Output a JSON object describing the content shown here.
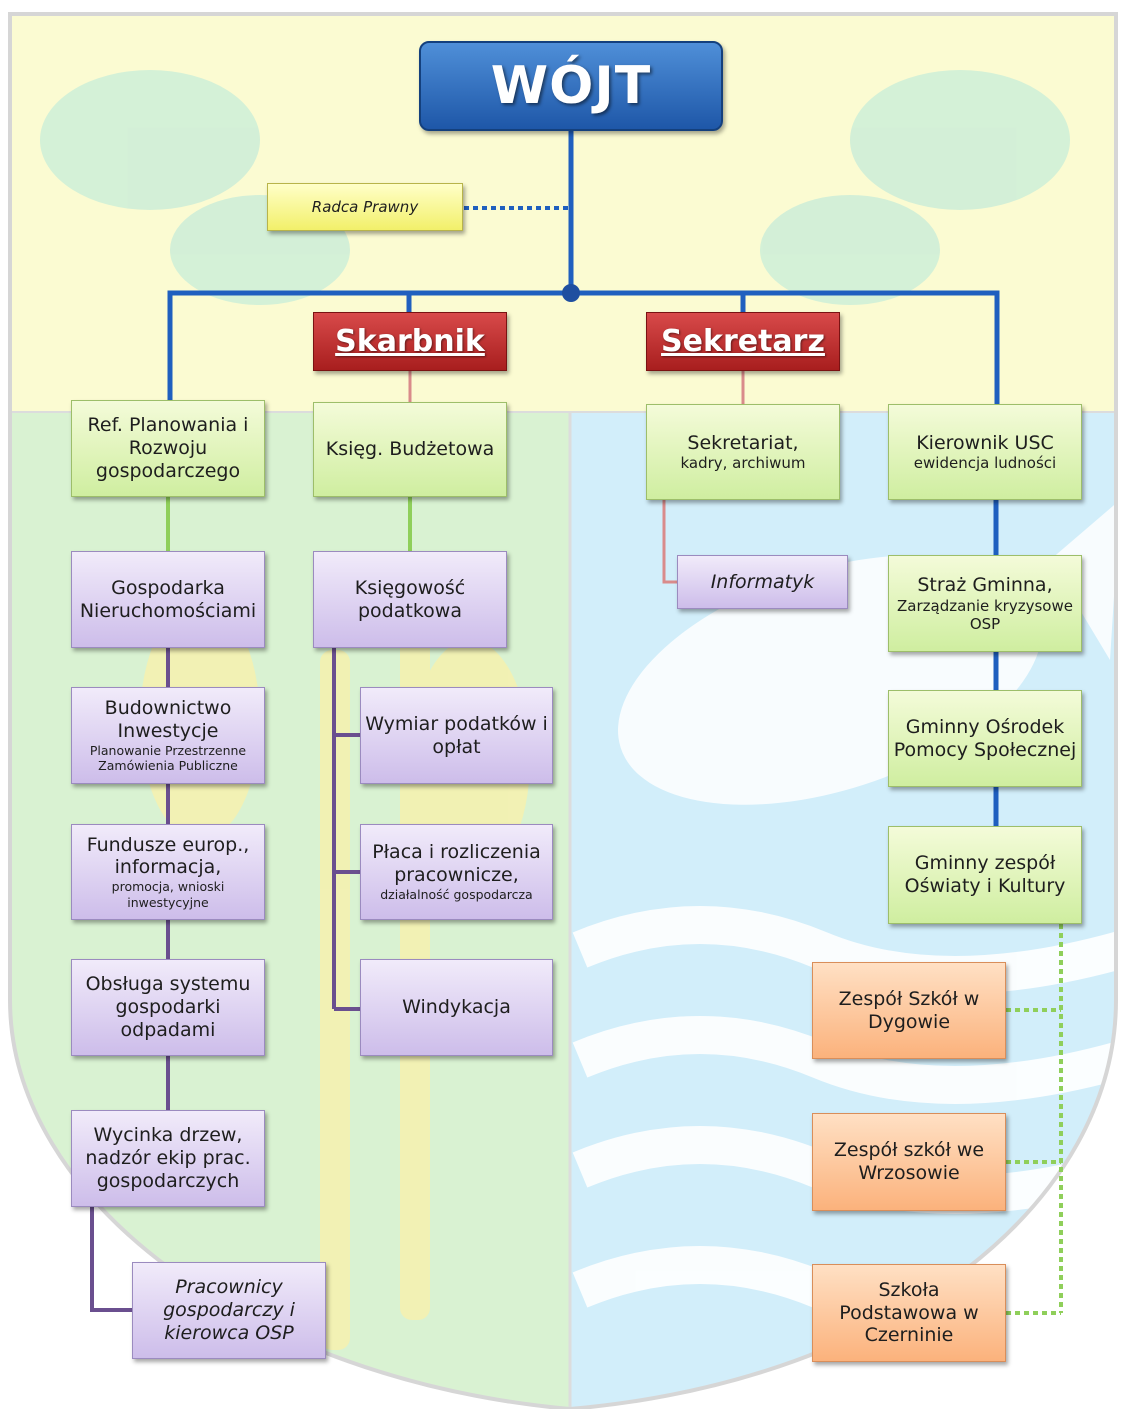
{
  "colors": {
    "top_box": "#2a6ac0",
    "red_box": "#c03030",
    "green_box": "#d8f2b0",
    "purple_box": "#d8cdef",
    "yellow_box": "#f6f48a",
    "orange_box": "#fcc08e",
    "blue_line": "#1f5fbf",
    "green_line": "#8fcf5a",
    "purple_line": "#6a4f8f",
    "pink_line": "#d98b8b"
  },
  "wojt": {
    "label": "WÓJT"
  },
  "radca": {
    "label": "Radca Prawny"
  },
  "skarbnik": {
    "label": "Skarbnik"
  },
  "sekretarz": {
    "label": "Sekretarz"
  },
  "ref_planowania": {
    "label": "Ref. Planowania i Rozwoju gospodarczego"
  },
  "ksieg_budzetowa": {
    "label": "Księg. Budżetowa"
  },
  "sekretariat": {
    "label": "Sekretariat,",
    "sub": "kadry, archiwum"
  },
  "kierownik_usc": {
    "label": "Kierownik USC",
    "sub": "ewidencja ludności"
  },
  "gospodarka_nieruchomosciami": {
    "label": "Gospodarka Nieruchomościami"
  },
  "ksiegowosc_podatkowa": {
    "label": "Księgowość podatkowa"
  },
  "informatyk": {
    "label": "Informatyk"
  },
  "straz_gminna": {
    "label": "Straż Gminna,",
    "sub": "Zarządzanie kryzysowe OSP"
  },
  "budownictwo": {
    "label": "Budownictwo Inwestycje",
    "sub": "Planowanie Przestrzenne Zamówienia Publiczne"
  },
  "wymiar_podatkow": {
    "label": "Wymiar podatków i opłat"
  },
  "gops": {
    "label": "Gminny Ośrodek Pomocy Społecznej"
  },
  "fundusze": {
    "label": "Fundusze europ., informacja,",
    "sub": "promocja, wnioski inwestycyjne"
  },
  "placa": {
    "label": "Płaca i rozliczenia pracownicze,",
    "sub": "działalność gospodarcza"
  },
  "gzok": {
    "label": "Gminny zespół Oświaty i Kultury"
  },
  "odpady": {
    "label": "Obsługa systemu gospodarki odpadami"
  },
  "windykacja": {
    "label": "Windykacja"
  },
  "zs_dygowo": {
    "label": "Zespół Szkół w Dygowie"
  },
  "wycinka": {
    "label": "Wycinka drzew, nadzór ekip prac. gospodarczych"
  },
  "zs_wrzosowo": {
    "label": "Zespół szkół we Wrzosowie"
  },
  "pracownicy": {
    "label": "Pracownicy gospodarczy i kierowca OSP"
  },
  "sp_czernin": {
    "label": "Szkoła Podstawowa w Czerninie"
  }
}
